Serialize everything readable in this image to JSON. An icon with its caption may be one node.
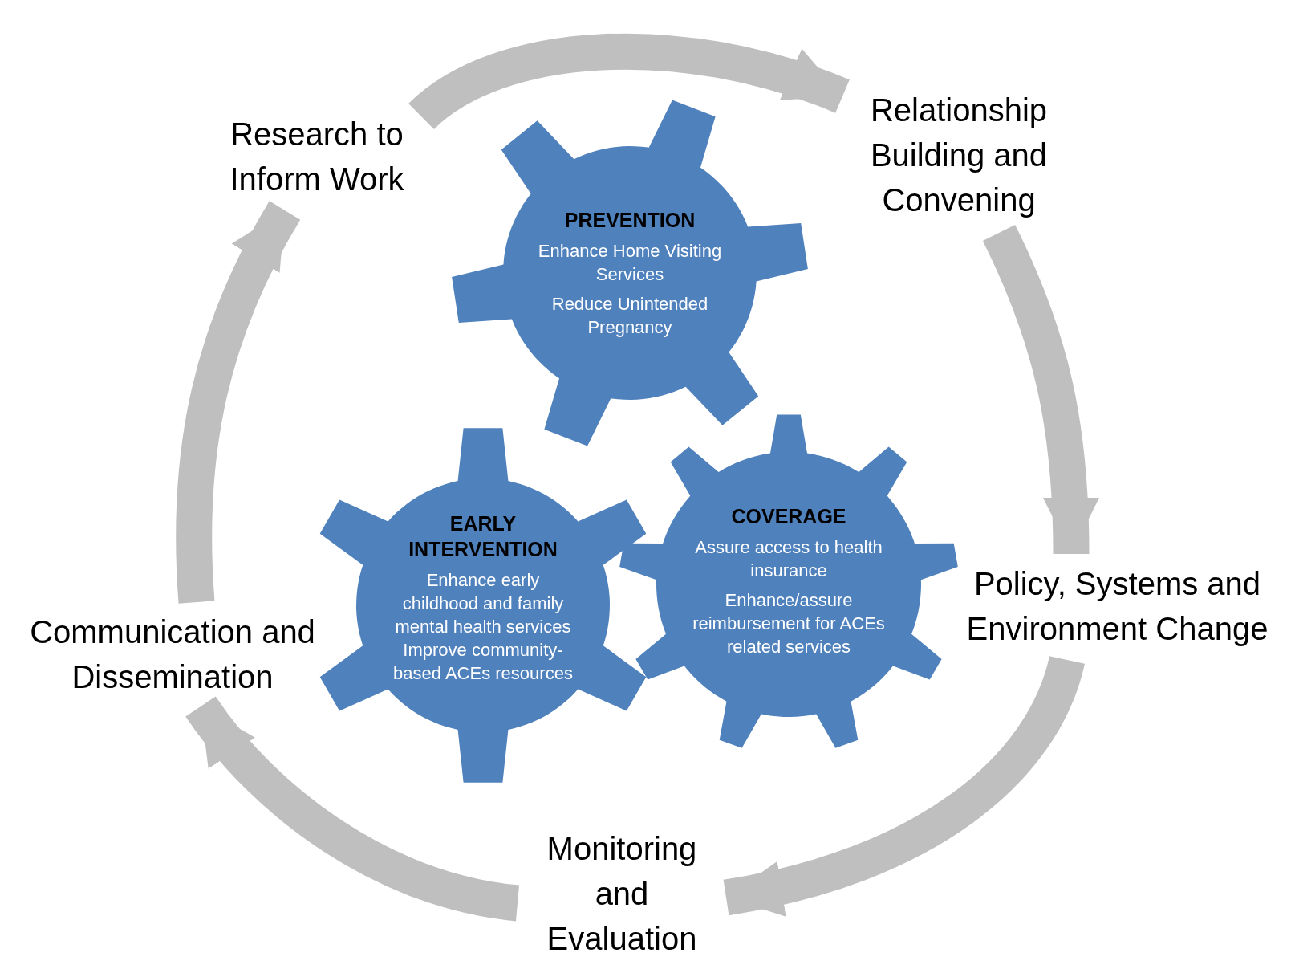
{
  "diagram": {
    "nodes": [
      {
        "text": [
          "Research to Inform Work"
        ]
      },
      {
        "text": [
          "Relationship Building and Convening"
        ]
      },
      {
        "text": [
          "PREVENTION",
          "Enhance Home Visiting Services",
          "Reduce Unintended Pregnancy"
        ]
      },
      {
        "text": [
          "Policy, Systems and Environment Change"
        ]
      },
      {
        "text": [
          "EARLY INTERVENTION",
          "Enhance early childhood and family mental health services Improve community-based ACEs resources"
        ]
      },
      {
        "text": [
          "COVERAGE",
          "Assure access to health insurance",
          "Enhance/assure reimbursement for ACEs related services"
        ]
      },
      {
        "text": [
          "Monitoring and Evaluation"
        ]
      },
      {
        "text": [
          "Communication and Dissemination"
        ]
      }
    ],
    "edges": [
      {
        "from": 0,
        "to": 1,
        "arrow": "to"
      },
      {
        "from": 1,
        "to": 3,
        "arrow": "to"
      },
      {
        "from": 3,
        "to": 6,
        "arrow": "to"
      },
      {
        "from": 6,
        "to": 7,
        "arrow": "to"
      },
      {
        "from": 7,
        "to": 0,
        "arrow": "to"
      }
    ]
  }
}
